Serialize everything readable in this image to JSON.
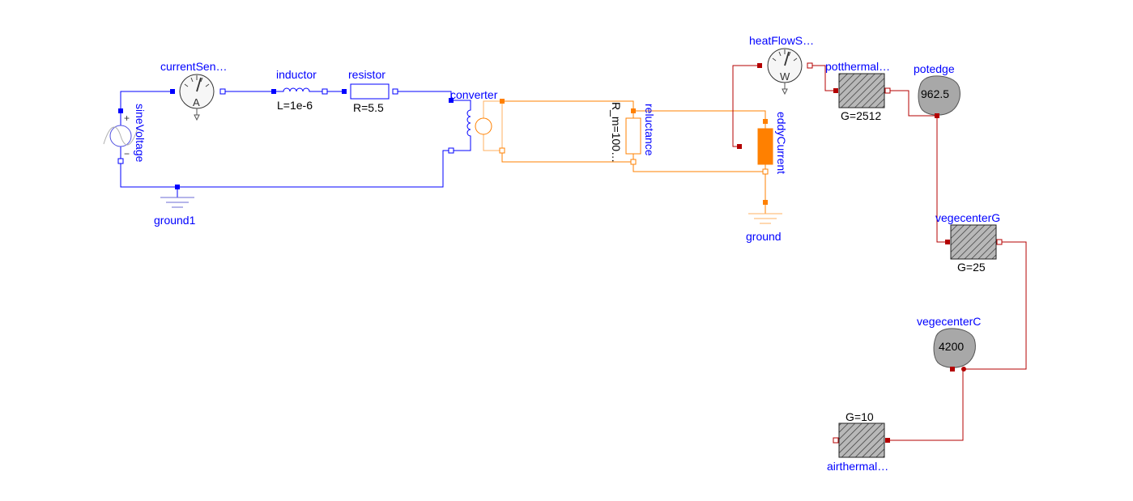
{
  "colors": {
    "electrical": "#0000ff",
    "electrical_light": "#6b6bd6",
    "magnetic": "#ff8000",
    "magnetic_light": "#ffb060",
    "thermal": "#b40000",
    "thermal_light": "#d06060",
    "capacitor_fill": "#a8a8a8",
    "conductor_fill": "#c0c0c0",
    "eddy_fill": "#ff8000"
  },
  "components": {
    "sineVoltage": {
      "name": "sineVoltage",
      "plus": "+",
      "minus": "−"
    },
    "currentSensor": {
      "name": "currentSen…",
      "symbol": "A"
    },
    "inductor": {
      "name": "inductor",
      "param": "L=1e-6"
    },
    "resistor": {
      "name": "resistor",
      "param": "R=5.5"
    },
    "converter": {
      "name": "converter"
    },
    "ground1": {
      "name": "ground1"
    },
    "reluctance": {
      "name": "reluctance",
      "param": "R_m=100…"
    },
    "eddyCurrent": {
      "name": "eddyCurrent"
    },
    "ground": {
      "name": "ground"
    },
    "heatFlowSensor": {
      "name": "heatFlowS…",
      "symbol": "W"
    },
    "potthermal": {
      "name": "potthermal…",
      "param": "G=2512"
    },
    "potedge": {
      "name": "potedge",
      "value": "962.5"
    },
    "vegecenterG": {
      "name": "vegecenterG",
      "param": "G=25"
    },
    "vegecenterC": {
      "name": "vegecenterC",
      "value": "4200"
    },
    "airthermal": {
      "name": "airthermal…",
      "param": "G=10"
    }
  }
}
